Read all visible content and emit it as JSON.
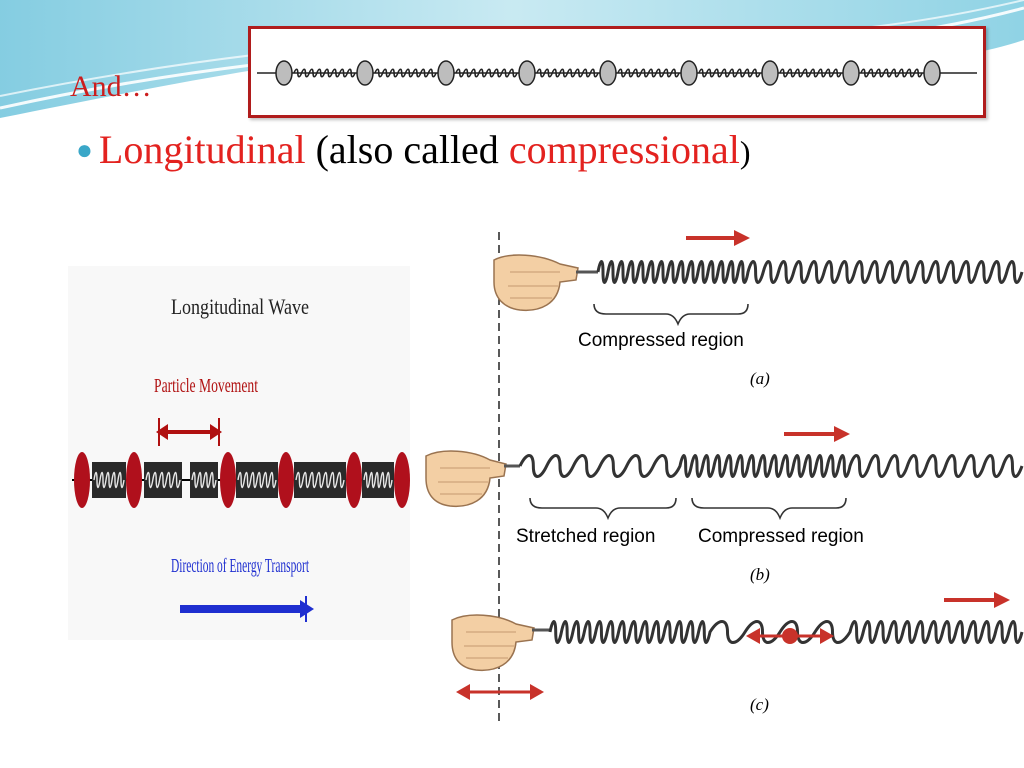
{
  "slide": {
    "intro": "And…",
    "heading": {
      "term": "Longitudinal",
      "middle": "(also called ",
      "term2": "compressional",
      "close": ")"
    }
  },
  "left_figure": {
    "title": "Longitudinal Wave",
    "particle_label": "Particle Movement",
    "energy_label": "Direction of Energy Transport"
  },
  "spring_figure": {
    "panel_a": {
      "region": "Compressed region",
      "label": "(a)"
    },
    "panel_b": {
      "region_1": "Stretched region",
      "region_2": "Compressed region",
      "label": "(b)"
    },
    "panel_c": {
      "label": "(c)"
    }
  },
  "colors": {
    "accent_red": "#e3221f",
    "bullet_blue": "#3aa7c8",
    "arrow_blue": "#1f2fd0",
    "frame_red": "#b01c1c"
  }
}
